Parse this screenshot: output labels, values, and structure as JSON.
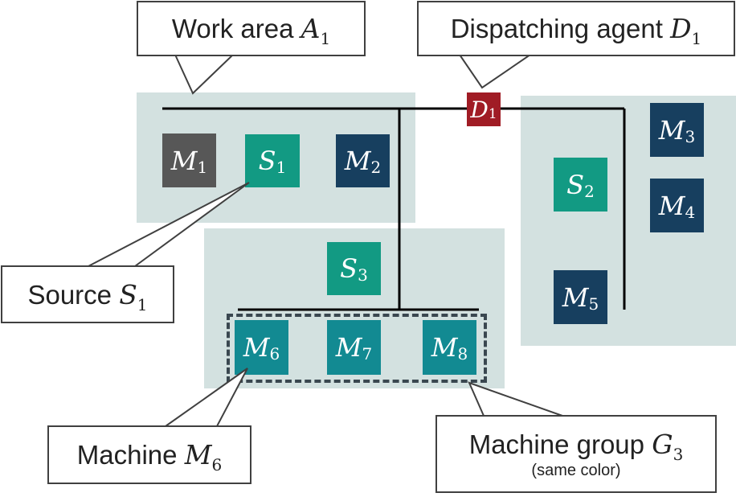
{
  "colors": {
    "work_area_bg": "#d3e1e0",
    "machine_gray": "#575757",
    "machine_navy": "#173f5f",
    "source_green": "#129a83",
    "machine_teal": "#128a92",
    "dispatcher_red": "#a01c25",
    "line": "#000000",
    "callout_border": "#404040"
  },
  "nodes": {
    "M1": {
      "letter": "M",
      "index": "1"
    },
    "S1": {
      "letter": "S",
      "index": "1"
    },
    "M2": {
      "letter": "M",
      "index": "2"
    },
    "D1": {
      "letter": "D",
      "index": "1"
    },
    "M3": {
      "letter": "M",
      "index": "3"
    },
    "M4": {
      "letter": "M",
      "index": "4"
    },
    "S2": {
      "letter": "S",
      "index": "2"
    },
    "M5": {
      "letter": "M",
      "index": "5"
    },
    "S3": {
      "letter": "S",
      "index": "3"
    },
    "M6": {
      "letter": "M",
      "index": "6"
    },
    "M7": {
      "letter": "M",
      "index": "7"
    },
    "M8": {
      "letter": "M",
      "index": "8"
    }
  },
  "callouts": {
    "work_area": {
      "text": "Work area",
      "sym": "A",
      "index": "1"
    },
    "dispatching_agent": {
      "text": "Dispatching agent",
      "sym": "D",
      "index": "1"
    },
    "source": {
      "text": "Source",
      "sym": "S",
      "index": "1"
    },
    "machine": {
      "text": "Machine",
      "sym": "M",
      "index": "6"
    },
    "machine_group": {
      "text": "Machine group",
      "sym": "G",
      "index": "3",
      "note": "(same color)"
    }
  }
}
